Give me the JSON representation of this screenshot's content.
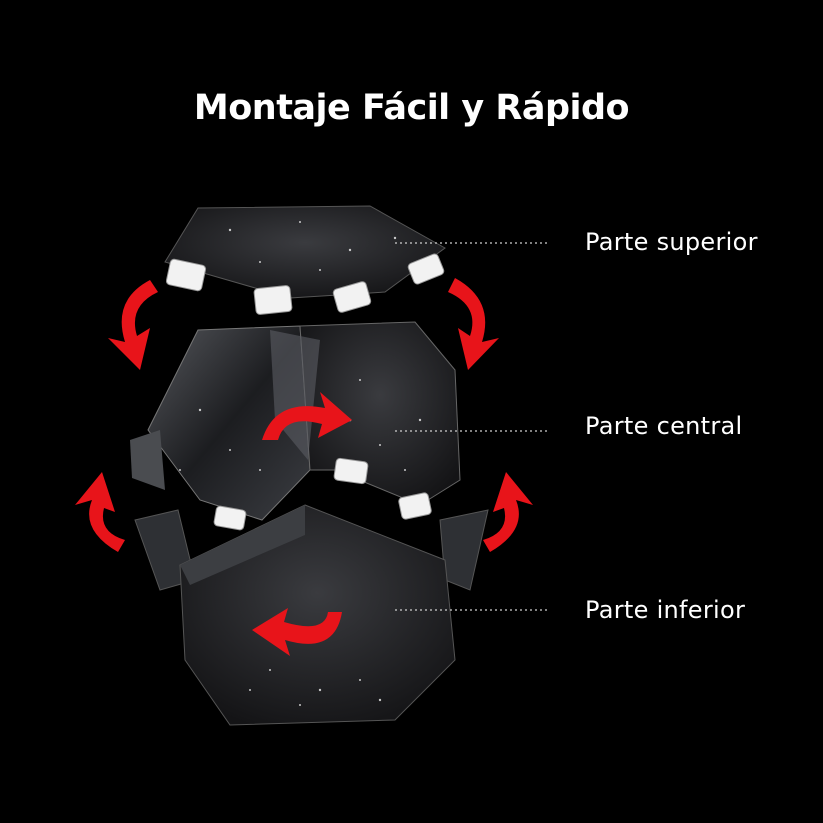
{
  "title": "Montaje Fácil y Rápido",
  "parts": {
    "top": "Parte superior",
    "middle": "Parte central",
    "bottom": "Parte inferior"
  },
  "colors": {
    "background": "#000000",
    "text": "#ffffff",
    "arrow": "#e8141a",
    "shell": "#2a2b2e"
  }
}
